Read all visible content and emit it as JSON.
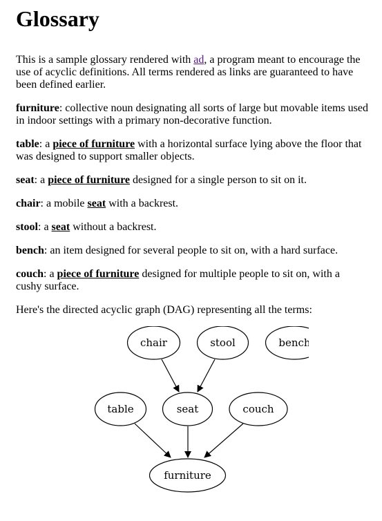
{
  "title": "Glossary",
  "intro": {
    "before": "This is a sample glossary rendered with ",
    "link_text": "ad",
    "after": ", a program meant to encourage the use of acyclic definitions. All terms rendered as links are guaranteed to have been defined earlier."
  },
  "definitions": [
    {
      "term": "furniture",
      "parts": [
        ": collective noun designating all sorts of large but movable items used in indoor settings with a primary non-decorative function."
      ]
    },
    {
      "term": "table",
      "parts": [
        ": a ",
        "piece of furniture",
        " with a horizontal surface lying above the floor that was designed to support smaller objects."
      ]
    },
    {
      "term": "seat",
      "parts": [
        ": a ",
        "piece of furniture",
        " designed for a single person to sit on it."
      ]
    },
    {
      "term": "chair",
      "parts": [
        ": a mobile ",
        "seat",
        " with a backrest."
      ]
    },
    {
      "term": "stool",
      "parts": [
        ": a ",
        "seat",
        " without a backrest."
      ]
    },
    {
      "term": "bench",
      "parts": [
        ": an item designed for several people to sit on, with a hard surface."
      ]
    },
    {
      "term": "couch",
      "parts": [
        ": a ",
        "piece of furniture",
        " designed for multiple people to sit on, with a cushy surface."
      ]
    }
  ],
  "dag_intro": "Here's the directed acyclic graph (DAG) representing all the terms:",
  "graph": {
    "nodes": {
      "chair": "chair",
      "stool": "stool",
      "bench": "bench",
      "table": "table",
      "seat": "seat",
      "couch": "couch",
      "furniture": "furniture"
    },
    "edges": [
      [
        "chair",
        "seat"
      ],
      [
        "stool",
        "seat"
      ],
      [
        "table",
        "furniture"
      ],
      [
        "seat",
        "furniture"
      ],
      [
        "couch",
        "furniture"
      ]
    ]
  }
}
